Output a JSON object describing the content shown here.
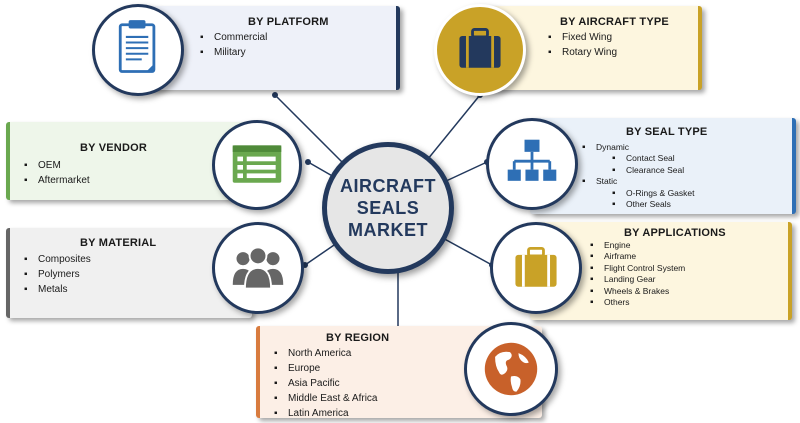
{
  "center": {
    "title": "AIRCRAFT\nSEALS\nMARKET"
  },
  "colors": {
    "navy": "#23395d",
    "platform_bg": "#eef1f9",
    "aircraft_bg": "#fdf6df",
    "vendor_accent": "#6aa84f",
    "vendor_bg": "#eef6ea",
    "seal_bg": "#eaf1f9",
    "material_accent": "#666666",
    "material_bg": "#f0f0f0",
    "applications_bg": "#fdf6df",
    "region_accent": "#d87b3e",
    "region_bg": "#fcefe6",
    "gold": "#c9a227",
    "blue": "#2e6fb5",
    "green": "#6aa84f",
    "gray": "#666666",
    "orange": "#c8612a"
  },
  "platform": {
    "title": "BY PLATFORM",
    "items": [
      "Commercial",
      "Military"
    ],
    "icon": "clipboard-icon"
  },
  "aircraft_type": {
    "title": "BY AIRCRAFT TYPE",
    "items": [
      "Fixed Wing",
      "Rotary Wing"
    ],
    "icon": "briefcase-icon"
  },
  "vendor": {
    "title": "BY VENDOR",
    "items": [
      "OEM",
      "Aftermarket"
    ],
    "icon": "list-window-icon"
  },
  "seal_type": {
    "title": "BY SEAL TYPE",
    "dynamic": "Dynamic",
    "dynamic_items": [
      "Contact Seal",
      "Clearance Seal"
    ],
    "static": "Static",
    "static_items": [
      "O-Rings & Gasket",
      "Other Seals"
    ],
    "icon": "hierarchy-icon"
  },
  "material": {
    "title": "BY MATERIAL",
    "items": [
      "Composites",
      "Polymers",
      "Metals"
    ],
    "icon": "people-group-icon"
  },
  "applications": {
    "title": "BY APPLICATIONS",
    "items": [
      "Engine",
      "Airframe",
      "Flight Control System",
      "Landing Gear",
      "Wheels & Brakes",
      "Others"
    ],
    "icon": "briefcase-icon"
  },
  "region": {
    "title": "BY REGION",
    "items": [
      "North America",
      "Europe",
      "Asia Pacific",
      "Middle East & Africa",
      "Latin America"
    ],
    "icon": "globe-icon"
  }
}
